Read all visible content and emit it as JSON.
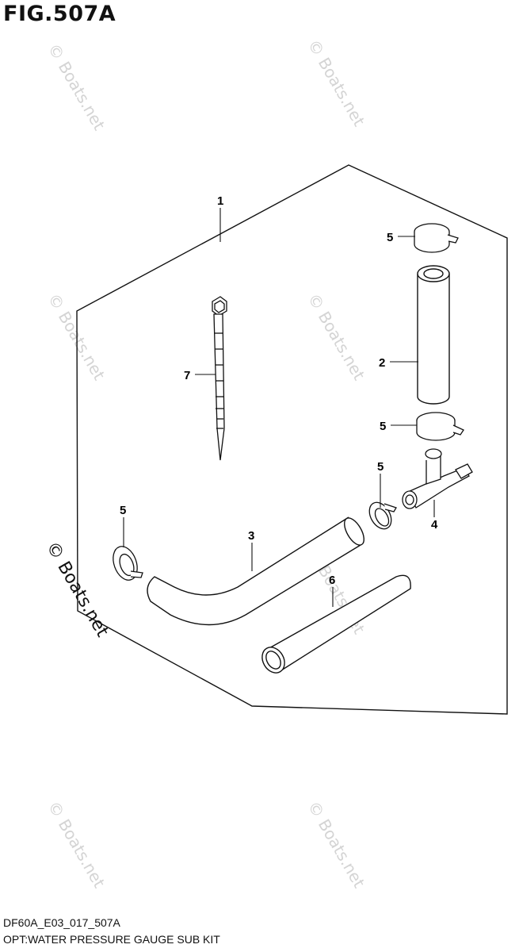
{
  "figure": {
    "title": "FIG.507A",
    "code": "DF60A_E03_017_507A",
    "description": "OPT:WATER PRESSURE GAUGE SUB KIT"
  },
  "callouts": {
    "kit": "1",
    "hose_straight": "2",
    "hose_bent": "3",
    "tee_joint": "4",
    "clamp": "5",
    "hose_long": "6",
    "cable_tie": "7"
  },
  "watermark": {
    "text": "© Boats.net"
  }
}
